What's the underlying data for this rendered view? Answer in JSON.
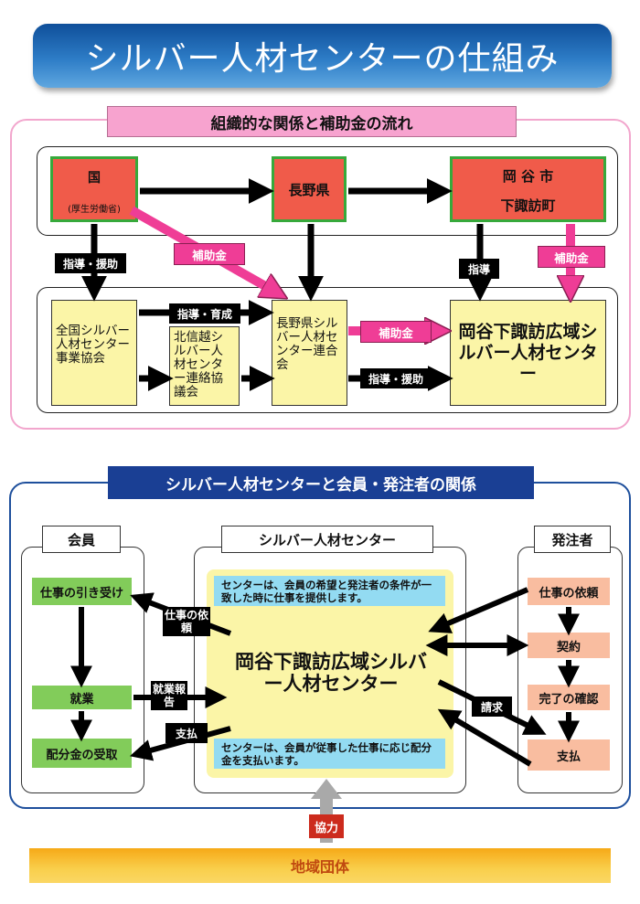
{
  "title": "シルバー人材センターの仕組み",
  "section1": {
    "header": "組織的な関係と補助金の流れ",
    "kuni": "国",
    "kuni_sub": "(厚生労働省)",
    "nagano_ken": "長野県",
    "city1": "岡 谷 市",
    "city2": "下諏訪町",
    "zenkoku": "全国シルバー人材センター事業協会",
    "hokushinetsu": "北信越シルバー人材センター連絡協議会",
    "nagano_rengo": "長野県シルバー人材センター連合会",
    "center": "岡谷下諏訪広域シルバー人材センター",
    "label_subsidy": "補助金",
    "label_guide_support": "指導・援助",
    "label_guide_train": "指導・育成",
    "label_guide": "指導"
  },
  "section2": {
    "header": "シルバー人材センターと会員・発注者の関係",
    "members_title": "会員",
    "center_title": "シルバー人材センター",
    "clients_title": "発注者",
    "m_accept": "仕事の引き受け",
    "m_work": "就業",
    "m_receive": "配分金の受取",
    "c_request": "仕事の依頼",
    "c_contract": "契約",
    "c_confirm": "完了の確認",
    "c_pay": "支払",
    "center_top_note": "センターは、会員の希望と発注者の条件が一致した時に仕事を提供します。",
    "center_bottom_note": "センターは、会員が従事した仕事に応じ配分金を支払います。",
    "center_name": "岡谷下諏訪広域シルバー人材センター",
    "lbl_job_request": "仕事の依頼",
    "lbl_work_report": "就業報告",
    "lbl_payment": "支払",
    "lbl_invoice": "請求",
    "lbl_cooperate": "協力",
    "community": "地域団体"
  },
  "colors": {
    "title_blue": "#1f5fae",
    "red_box": "#f05b4a",
    "green_border": "#37a93b",
    "yellow_box": "#fbf5a7",
    "pink": "#ef3d96",
    "navy": "#1a3f94",
    "green_box": "#82cc5a",
    "salmon_box": "#f9bda0",
    "light_blue": "#93dbf2",
    "orange_bar": "#f6a917"
  }
}
